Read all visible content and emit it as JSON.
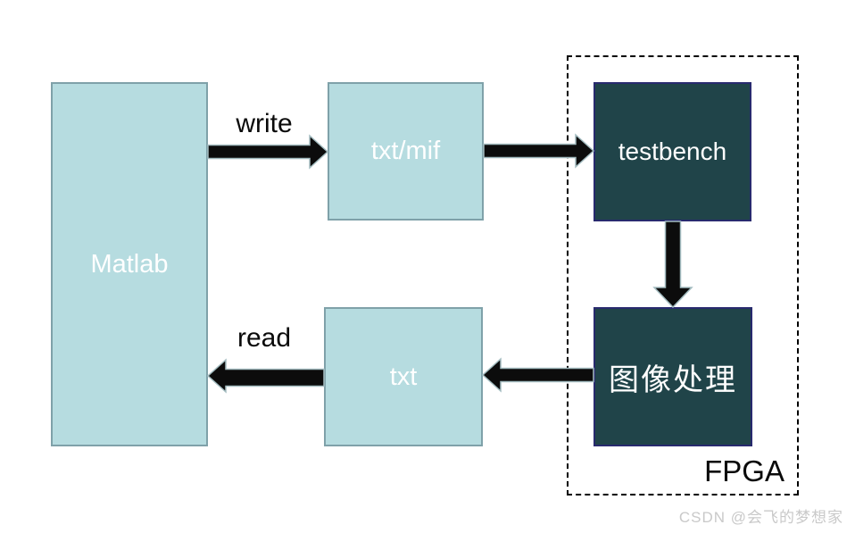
{
  "nodes": {
    "matlab": {
      "label": "Matlab"
    },
    "txtmif": {
      "label": "txt/mif"
    },
    "txt": {
      "label": "txt"
    },
    "testbench": {
      "label": "testbench"
    },
    "image_processing": {
      "label": "图像处理"
    }
  },
  "edge_labels": {
    "write": "write",
    "read": "read"
  },
  "group": {
    "label": "FPGA"
  },
  "watermark": {
    "text": "CSDN @会飞的梦想家"
  },
  "colors": {
    "light_box_fill": "#b6dce0",
    "light_box_border": "#7fa1a9",
    "dark_box_fill": "#204449",
    "dark_box_border": "#282a6e",
    "arrow_fill": "#0c0c0c",
    "arrow_outline": "#a3bcc0",
    "dashed_border": "#000000",
    "label_dark": "#0a0a0a",
    "watermark_color": "#c9c9c9"
  }
}
